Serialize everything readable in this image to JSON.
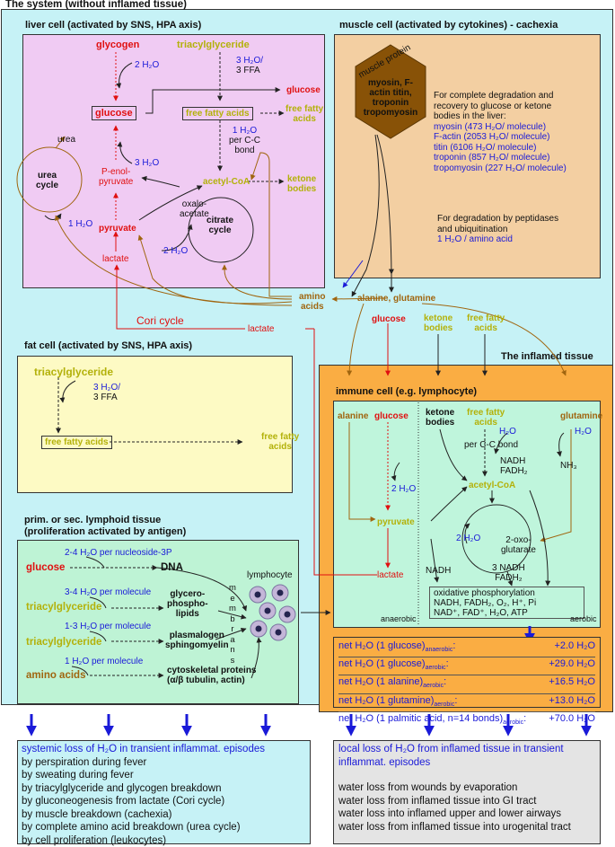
{
  "system_title": "The system (without inflamed tissue)",
  "liver": {
    "title": "liver cell (activated by SNS, HPA axis)",
    "glycogen": "glycogen",
    "triacylglyceride": "triacylglyceride",
    "h2o_glycogen": "2 H₂O",
    "tag_split": "3 H₂O/",
    "tag_split2": "3 FFA",
    "glucose": "glucose",
    "glucose_out": "glucose",
    "ffa": "free fatty acids",
    "ffa_out_1": "free fatty",
    "ffa_out_2": "acids",
    "h2o_cc_1": "1 H₂O",
    "h2o_cc_2": "per C-C",
    "h2o_cc_3": "bond",
    "urea": "urea",
    "urea_cycle_1": "urea",
    "urea_cycle_2": "cycle",
    "h2o_pep": "3 H₂O",
    "pep_1": "P-enol-",
    "pep_2": "pyruvate",
    "acetyl": "acetyl-CoA",
    "ketone_1": "ketone",
    "ketone_2": "bodies",
    "oxalo_1": "oxalo-",
    "oxalo_2": "acetate",
    "citrate_1": "citrate",
    "citrate_2": "cycle",
    "h2o_urea": "1 H₂O",
    "pyruvate": "pyruvate",
    "h2o_citrate": "2 H₂O",
    "lactate": "lactate"
  },
  "muscle": {
    "title": "muscle cell (activated by cytokines) - cachexia",
    "hex_label": "muscle protein",
    "hex_text": "myosin, F-actin titin, troponin tropomyosin",
    "note_1": "For complete degradation and",
    "note_2": "recovery to glucose or ketone",
    "note_3": "bodies in the liver:",
    "items": [
      "myosin (473 H₂O/ molecule)",
      "F-actin (2053 H₂O/ molecule)",
      "titin (6106 H₂O/ molecule)",
      "troponin (857 H₂O/ molecule)",
      "tropomyosin (227 H₂O/ molecule)"
    ],
    "pept_1": "For degradation by peptidases",
    "pept_2": "and ubiquitination",
    "pept_3": "1 H₂O / amino acid"
  },
  "blood": {
    "amino_1": "amino",
    "amino_2": "acids",
    "ala_gln": "alanine, glutamine",
    "cori": "Cori cycle",
    "lactate": "lactate",
    "glucose": "glucose",
    "ketone_1": "ketone",
    "ketone_2": "bodies",
    "ffa_1": "free fatty",
    "ffa_2": "acids"
  },
  "fat": {
    "title": "fat cell (activated by SNS, HPA axis)",
    "tag": "triacylglyceride",
    "h2o_1": "3 H₂O/",
    "h2o_2": "3 FFA",
    "ffa": "free fatty acids",
    "ffa_out_1": "free fatty",
    "ffa_out_2": "acids"
  },
  "lymphoid": {
    "title_1": "prim. or sec. lymphoid tissue",
    "title_2": "(proliferation activated by antigen)",
    "r1_water": "2-4 H₂O per nucleoside-3P",
    "r1_src": "glucose",
    "r1_dst": "DNA",
    "r2_water": "3-4 H₂O per molecule",
    "r2_src": "triacylglyceride",
    "r2_dst": "glycero-\nphospho-\nlipids",
    "r3_water": "1-3 H₂O per molecule",
    "r3_src": "triacylglyceride",
    "r3_dst": "plasmalogen\nsphingomyelin",
    "r4_water": "1 H₂O per molecule",
    "r4_src": "amino acids",
    "r4_dst_1": "cytoskeletal proteins",
    "r4_dst_2": "(α/β tubulin, actin)",
    "membranes": "m\ne\nm\nb\nr\na\nn\ns",
    "lymphocyte": "lymphocyte"
  },
  "inflamed": {
    "title": "The inflamed tissue",
    "immune_title": "immune cell (e.g. lymphocyte)",
    "alanine": "alanine",
    "glucose": "glucose",
    "ketone_1": "ketone",
    "ketone_2": "bodies",
    "ffa_1": "free fatty",
    "ffa_2": "acids",
    "glutamine": "glutamine",
    "h2o_ffa": "H₂O",
    "per_cc": "per C-C bond",
    "h2o_gln": "H₂O",
    "nh3": "NH₃",
    "nadh_fadh_1": "NADH",
    "nadh_fadh_2": "FADH₂",
    "h2o_glc": "2 H₂O",
    "acetyl": "acetyl-CoA",
    "pyruvate": "pyruvate",
    "h2o_citrate": "2 H₂O",
    "oxo_1": "2-oxo-",
    "oxo_2": "glutarate",
    "lactate": "lactate",
    "nadh": "NADH",
    "nadh3_1": "3 NADH",
    "nadh3_2": "FADH₂",
    "oxphos_1": "oxidative phosphorylation",
    "oxphos_2": "NADH, FADH₂, O₂, H⁺, Pi",
    "oxphos_3": "NAD⁺, FAD⁺, H₂O, ATP",
    "anaerobic": "anaerobic",
    "aerobic": "aerobic"
  },
  "net": [
    {
      "label": "net H₂O (1 glucose)",
      "sub": "anaerobic",
      "value": "+2.0 H₂O"
    },
    {
      "label": "net H₂O (1 glucose)",
      "sub": "aerobic",
      "value": "+29.0 H₂O"
    },
    {
      "label": "net H₂O (1 alanine)",
      "sub": "aerobic",
      "value": "+16.5 H₂O"
    },
    {
      "label": "net H₂O (1 glutamine)",
      "sub": "aerobic",
      "value": "+13.0 H₂O"
    },
    {
      "label": "net H₂O (1 palmitic acid, n=14 bonds)",
      "sub": "aerobic",
      "value": "+70.0 H₂O"
    }
  ],
  "systemic": {
    "title": "systemic loss of H₂O in transient inflammat. episodes",
    "items": [
      "by perspiration during fever",
      "by sweating during fever",
      "by triacylglyceride and glycogen breakdown",
      "by gluconeogenesis from lactate (Cori cycle)",
      "by muscle breakdown (cachexia)",
      "by complete amino acid breakdown (urea cycle)",
      "by cell proliferation (leukocytes)"
    ]
  },
  "local": {
    "title_1": "local loss of H₂O from inflamed tissue in transient",
    "title_2": "inflammat. episodes",
    "items": [
      "water loss from wounds by evaporation",
      "water loss from inflamed tissue into GI tract",
      "water loss into inflamed upper and lower airways",
      "water loss from inflamed tissue into urogenital tract"
    ]
  },
  "colors": {
    "system_bg": "#c6f2f6",
    "liver_bg": "#f0cbf3",
    "muscle_bg": "#f3cfa2",
    "fat_bg": "#fdfac4",
    "lymphoid_bg": "#bef3d5",
    "inflamed_bg": "#faad43",
    "immune_bg": "#bff5dc",
    "local_bg": "#e4e4e4",
    "red": "#e01010",
    "olive": "#b3b10a",
    "brown": "#a0650f",
    "blue": "#1a1ad8"
  }
}
